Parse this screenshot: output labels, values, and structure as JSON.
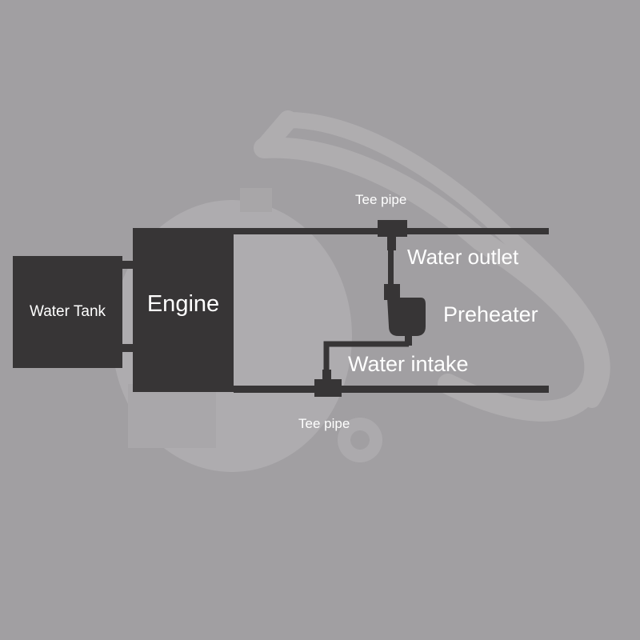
{
  "diagram": {
    "water_tank_label": "Water Tank",
    "engine_label": "Engine",
    "tee_pipe_top_label": "Tee pipe",
    "water_outlet_label": "Water outlet",
    "preheater_label": "Preheater",
    "water_intake_label": "Water intake",
    "tee_pipe_bottom_label": "Tee pipe"
  },
  "colors": {
    "background": "#a19fa2",
    "component_fill": "#373536",
    "label_text": "#ffffff"
  },
  "icons": {
    "background_photo": "preheater-product-photo",
    "preheater_symbol": "preheater-icon"
  }
}
